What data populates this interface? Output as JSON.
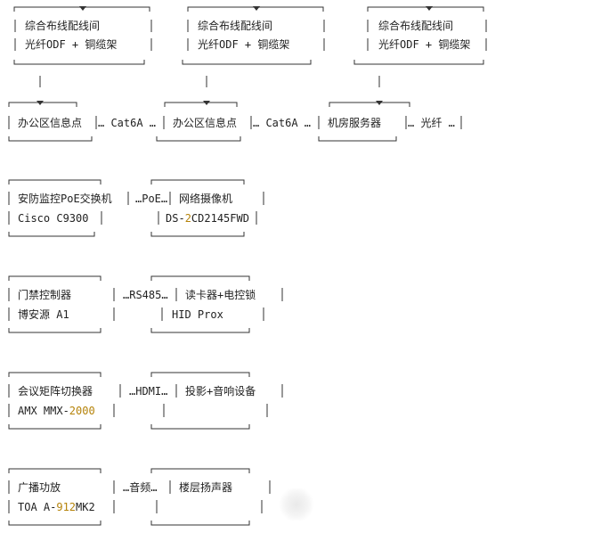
{
  "top_nodes": [
    {
      "line1": "综合布线配线间",
      "line2": "光纤ODF + 铜缆架"
    },
    {
      "line1": "综合布线配线间",
      "line2": "光纤ODF + 铜缆架"
    },
    {
      "line1": "综合布线配线间",
      "line2": "光纤ODF + 铜缆架"
    }
  ],
  "row2": {
    "node1": "办公区信息点",
    "link1": "… Cat6A …",
    "node2": "办公区信息点",
    "link2": "… Cat6A …",
    "node3": "机房服务器",
    "link3": "… 光纤 …"
  },
  "row3": {
    "left_title": "安防监控PoE交换机",
    "left_model": "Cisco C9300",
    "link": "…PoE…",
    "right_title": "网络摄像机",
    "right_model_a": "DS-",
    "right_model_num": "2",
    "right_model_b": "CD2145FWD"
  },
  "row4": {
    "left_title": "门禁控制器",
    "left_model": "博安源 A1",
    "link": "…RS485…",
    "right_title": "读卡器+电控锁",
    "right_model": "HID Prox"
  },
  "row5": {
    "left_title": "会议矩阵切换器",
    "left_model_a": "AMX MMX-",
    "left_model_num": "2000",
    "link": "…HDMI…",
    "right_title": "投影+音响设备"
  },
  "row6": {
    "left_title": "广播功放",
    "left_model_a": "TOA A-",
    "left_model_num": "912",
    "left_model_b": "MK2",
    "link": "…音频…",
    "right_title": "楼层扬声器"
  }
}
